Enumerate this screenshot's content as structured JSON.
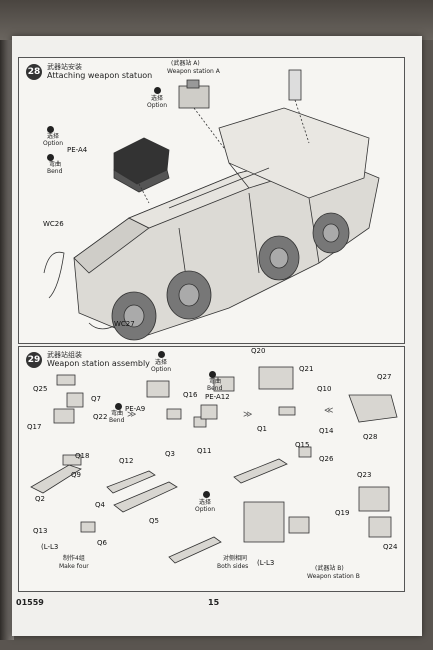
{
  "footer": {
    "code": "01559",
    "page": "15"
  },
  "step28": {
    "number": "28",
    "title_cn": "武器站安装",
    "title_en": "Attaching weapon statuon",
    "labels": {
      "weapon_a_cn": "(武器站 A)",
      "weapon_a_en": "Weapon station A",
      "option_cn1": "选择",
      "option_en1": "Option",
      "option_cn2": "选择",
      "option_en2": "Option",
      "pe_a4": "PE-A4",
      "bend_cn": "弯曲",
      "bend_en": "Bend",
      "wc26": "WC26",
      "wc27": "WC27"
    }
  },
  "step29": {
    "number": "29",
    "title_cn": "武器站组装",
    "title_en": "Weapon station assembly",
    "parts": {
      "q25": "Q25",
      "q7": "Q7",
      "q17": "Q17",
      "q22": "Q22",
      "q18": "Q18",
      "q9": "Q9",
      "q2": "Q2",
      "q12": "Q12",
      "q4": "Q4",
      "q5": "Q5",
      "q13": "Q13",
      "q6": "Q6",
      "ll3a": "(L-L3",
      "q16": "Q16",
      "pe_a9": "PE-A9",
      "pe_a12": "PE-A12",
      "q3": "Q3",
      "q11": "Q11",
      "q20": "Q20",
      "q21": "Q21",
      "q10": "Q10",
      "q1": "Q1",
      "q14": "Q14",
      "q15": "Q15",
      "q26": "Q26",
      "q27": "Q27",
      "q28": "Q28",
      "q23": "Q23",
      "q19": "Q19",
      "q24": "Q24",
      "ll3b": "(L-L3"
    },
    "notes": {
      "option_cn_a": "选择",
      "option_en_a": "Option",
      "bend_cn_a": "弯曲",
      "bend_en_a": "Bend",
      "bend_cn_b": "弯曲",
      "bend_en_b": "Bend",
      "option_cn_b": "选择",
      "option_en_b": "Option",
      "make_four_cn": "制作4组",
      "make_four_en": "Make four",
      "both_sides_cn": "对侧相同",
      "both_sides_en": "Both sides",
      "weapon_b_cn": "(武器站 B)",
      "weapon_b_en": "Weapon station B"
    }
  }
}
